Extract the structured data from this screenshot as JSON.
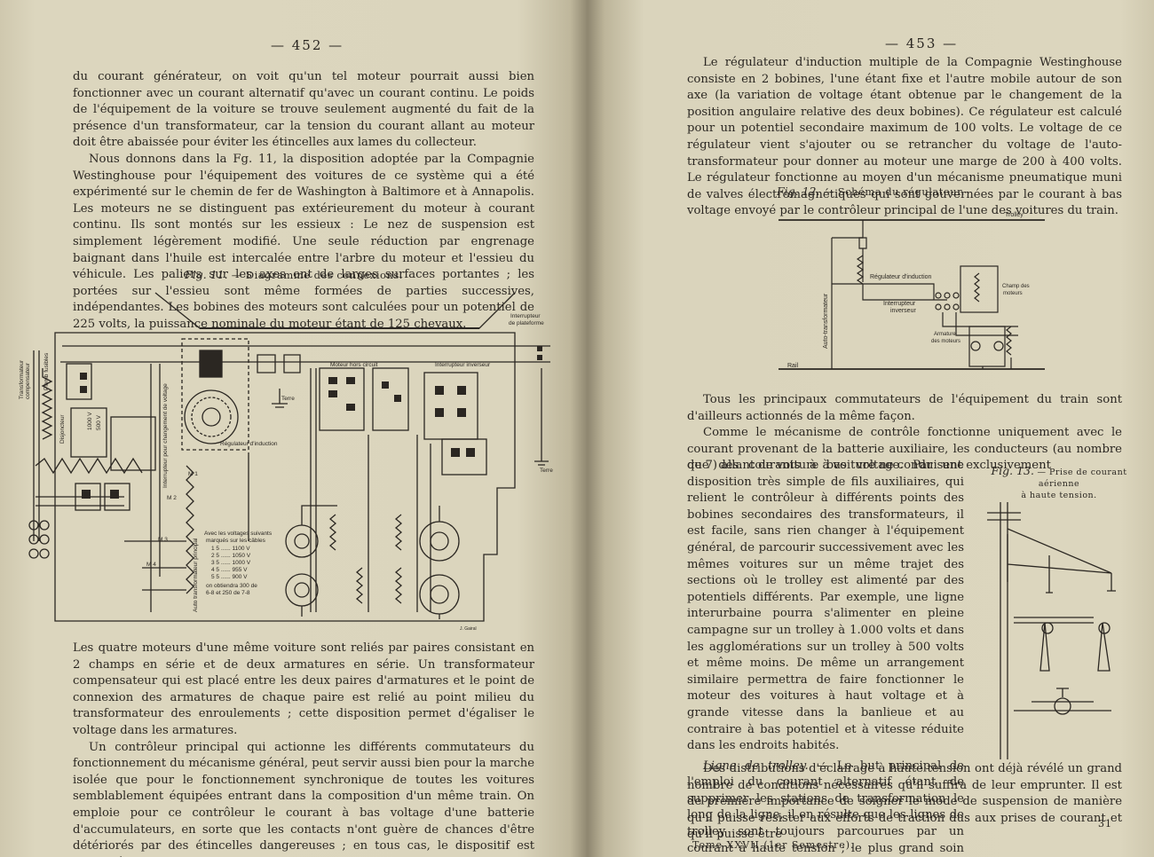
{
  "left": {
    "page_number": "— 452 —",
    "para_top": "du courant générateur, on voit qu'un tel moteur pourrait aussi bien fonctionner avec un courant alternatif qu'avec un courant continu. Le poids de l'équipement de la voiture se trouve seulement augmenté du fait de la présence d'un transformateur, car la tension du courant allant au moteur doit être abaissée pour éviter les étincelles aux lames du collecteur.",
    "para_2": "Nous donnons dans la Fg. 11, la disposition adoptée par la Compagnie Westinghouse pour l'équipement des voitures de ce système qui a été expérimenté sur le chemin de fer de Washington à Baltimore et à Annapolis. Les moteurs ne se distinguent pas extérieurement du moteur à courant continu. Ils sont montés sur les essieux : Le nez de suspension est simplement légèrement modifié. Une seule réduction par engrenage baignant dans l'huile est intercalée entre l'arbre du moteur et l'essieu du véhicule. Les paliers sur les axes ont de larges surfaces portantes ; les portées sur l'essieu sont même formées de parties successives, indépendantes. Les bobines des moteurs sont calculées pour un potentiel de 225 volts, la puissance nominale du moteur étant de 125 chevaux.",
    "fig_label": "Fig. 11.",
    "fig_title": "— Diagramme des connexions.",
    "diagram_labels": {
      "interrupteur_plateforme": "Interrupteur",
      "interrupteur_plateforme_2": "de plateforme",
      "transformateur": "Transformateur",
      "compensateur": "compensateur",
      "fusible": "Plomb fusibles",
      "disjoncteur": "Disjoncteur",
      "regulateur": "Régulateur d'induction",
      "moteur_hors_circuit": "Moteur hors circuit",
      "interrupteur_inverseur": "Interrupteur inverseur",
      "interrupteur_changement": "Interrupteur pour changement de voltage",
      "auto_transformateur": "Auto transformateur principal",
      "terre_1": "Terre",
      "terre_2": "Terre",
      "v1000": "1000 V",
      "v500": "500 V",
      "table_title_1": "Avec les voltages suivants",
      "table_title_2": "marqués sur les câbles",
      "row_1": "1 5 ...... 1100 V",
      "row_2": "2 5 ...... 1050 V",
      "row_3": "3 5 ...... 1000 V",
      "row_4": "4 5 ...... 955 V",
      "row_5": "5 5 ...... 900 V",
      "row_6": "on obtiendra 300 de",
      "row_7": "6-8 et 250 de 7-8",
      "m1": "M 1",
      "m2": "M 2",
      "m3": "M 3",
      "m4": "M 4",
      "engraver": "J. Gairal"
    },
    "para_3": "Les quatre moteurs d'une même voiture sont reliés par paires consistant en 2 champs en série et de deux armatures en série. Un transformateur compensateur qui est placé entre les deux paires d'armatures et le point de connexion des armatures de chaque paire est relié au point milieu du transformateur des enroulements ; cette disposition permet d'égaliser le voltage dans les armatures.",
    "para_4": "Un contrôleur principal qui actionne les différents commutateurs du fonctionnement du mécanisme général, peut servir aussi bien pour la marche isolée que pour le fonctionnement synchronique de toutes les voitures semblablement équipées entrant dans la composition d'un même train. On emploie pour ce contrôleur le courant à bas voltage d'une batterie d'accumulateurs, en sorte que les contacts n'ont guère de chances d'être détériorés par des étincelles dangereuses ; en tous cas, le dispositif est combiné de telle façon qu'on peut facilement remplacer les doigts et plots de contact."
  },
  "right": {
    "page_number": "— 453 —",
    "para_1": "Le régulateur d'induction multiple de la Compagnie Westinghouse consiste en 2 bobines, l'une étant fixe et l'autre mobile autour de son axe (la variation de voltage étant obtenue par le changement de la position angulaire relative des deux bobines). Ce régulateur est calculé pour un potentiel secondaire maximum de 100 volts. Le voltage de ce régulateur vient s'ajouter ou se retrancher du voltage de l'auto-transformateur pour donner au moteur une marge de 200 à 400 volts. Le régulateur fonctionne au moyen d'un mécanisme pneumatique muni de valves électromagnétiques qui sont gouvernées par le courant à bas voltage envoyé par le contrôleur principal de l'une des voitures du train.",
    "fig12_label": "Fig. 12.",
    "fig12_title": "— Schéma du régulateur.",
    "fig12_labels": {
      "trolley": "Trolley",
      "auto_transformateur": "Auto-transformateur",
      "regulateur": "Régulateur d'induction",
      "interrupteur": "Interrupteur",
      "inverseur": "inverseur",
      "champ": "Champ des",
      "moteurs": "moteurs",
      "armature": "Armature",
      "des_moteurs": "des moteurs",
      "rail": "Rail"
    },
    "para_2": "Tous les principaux commutateurs de l'équipement du train sont d'ailleurs actionnés de la même façon.",
    "para_3a": "Comme le mécanisme de contrôle fonctionne uniquement avec le courant provenant de la batterie auxiliaire, les conducteurs (au nombre de 7) allant de voiture à voiture ne conduisent exclusivement",
    "para_3b": "que des courants à bas voltage. Par une disposition très simple de fils auxiliaires, qui relient le contrôleur à différents points des bobines secondaires des transformateurs, il est facile, sans rien changer à l'équipement général, de parcourir successivement avec les mêmes voitures sur un même trajet des sections où le trolley est alimenté par des potentiels différents. Par exemple, une ligne interurbaine pourra s'alimenter en pleine campagne sur un trolley à 1.000 volts et dans les agglomérations sur un trolley à 500 volts et même moins. De même un arrangement similaire permettra de faire fonctionner le moteur des voitures à haut voltage et à grande vitesse dans la banlieue et au contraire à bas potentiel et à vitesse réduite dans les endroits habités.",
    "fig13_label": "Fig. 13.",
    "fig13_title": "— Prise de courant aérienne",
    "fig13_title_2": "à haute tension.",
    "para_4_head": "Ligne de trolley.",
    "para_4": "— Le but principal de l'emploi du courant alternatif étant de supprimer les stations de transformation le long de la ligne, il en résulte que les lignes de trolley sont toujours parcourues par un courant à haute tension ; le plus grand soin doit être apporté dans la construction de ces lignes afin d'éviter des accidents.",
    "para_5": "Des distributions d'éclairage à haute tension ont déjà révélé un grand nombre de conditions nécessaires qu'il suffira de leur emprunter. Il est de première importance de soigner le mode de suspension de manière qu'il puisse résister aux efforts de traction dus aux prises de courant et qu'il puisse être",
    "signature": "31",
    "footer": "Tome XXVII (1er Semestre)."
  },
  "colors": {
    "paper": "#dad4bc",
    "ink": "#2b2722",
    "gutter": "#8f8770"
  }
}
